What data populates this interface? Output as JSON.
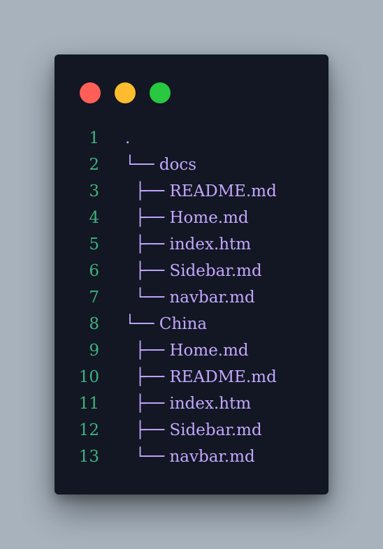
{
  "theme": {
    "line_number_color": "#3fb27f",
    "code_text_color": "#c4a7ff",
    "dots": [
      "#ff5f57",
      "#febc2e",
      "#28c840"
    ]
  },
  "code_lines": [
    {
      "number": "1",
      "text": "."
    },
    {
      "number": "2",
      "text": "└── docs"
    },
    {
      "number": "3",
      "text": "  ├── README.md"
    },
    {
      "number": "4",
      "text": "  ├── Home.md"
    },
    {
      "number": "5",
      "text": "  ├── index.htm"
    },
    {
      "number": "6",
      "text": "  ├── Sidebar.md"
    },
    {
      "number": "7",
      "text": "  └── navbar.md"
    },
    {
      "number": "8",
      "text": "└── China"
    },
    {
      "number": "9",
      "text": "  ├── Home.md"
    },
    {
      "number": "10",
      "text": "  ├── README.md"
    },
    {
      "number": "11",
      "text": "  ├── index.htm"
    },
    {
      "number": "12",
      "text": "  ├── Sidebar.md"
    },
    {
      "number": "13",
      "text": "  └── navbar.md"
    }
  ]
}
